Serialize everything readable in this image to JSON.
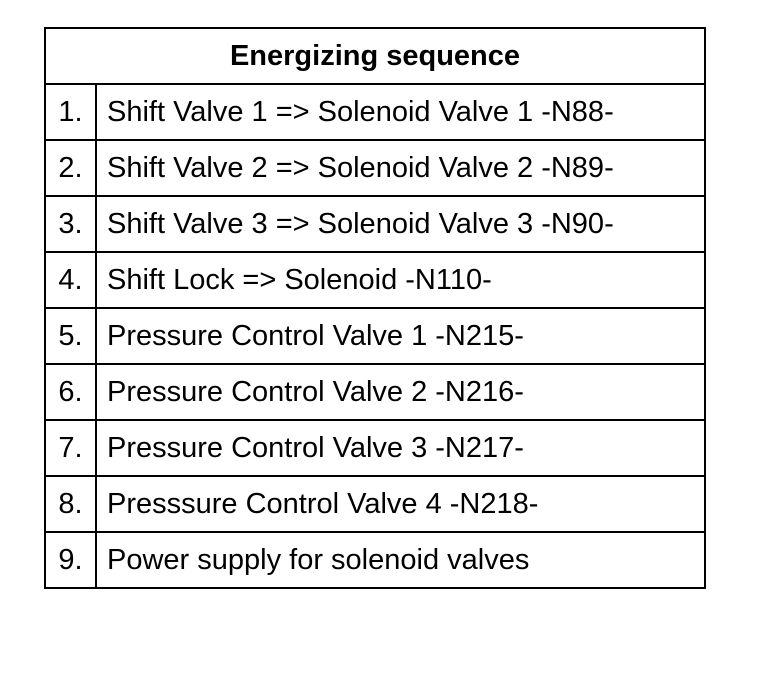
{
  "table": {
    "title": "Energizing sequence",
    "rows": [
      {
        "num": "1.",
        "text": "Shift Valve 1 => Solenoid Valve 1 -N88-"
      },
      {
        "num": "2.",
        "text": "Shift Valve 2 => Solenoid Valve 2 -N89-"
      },
      {
        "num": "3.",
        "text": "Shift Valve 3 => Solenoid Valve 3 -N90-"
      },
      {
        "num": "4.",
        "text": "Shift Lock => Solenoid -N110-"
      },
      {
        "num": "5.",
        "text": "Pressure Control Valve 1 -N215-"
      },
      {
        "num": "6.",
        "text": "Pressure Control Valve 2 -N216-"
      },
      {
        "num": "7.",
        "text": "Pressure Control Valve 3 -N217-"
      },
      {
        "num": "8.",
        "text": "Presssure Control Valve 4 -N218-"
      },
      {
        "num": "9.",
        "text": "Power supply for solenoid valves"
      }
    ]
  }
}
